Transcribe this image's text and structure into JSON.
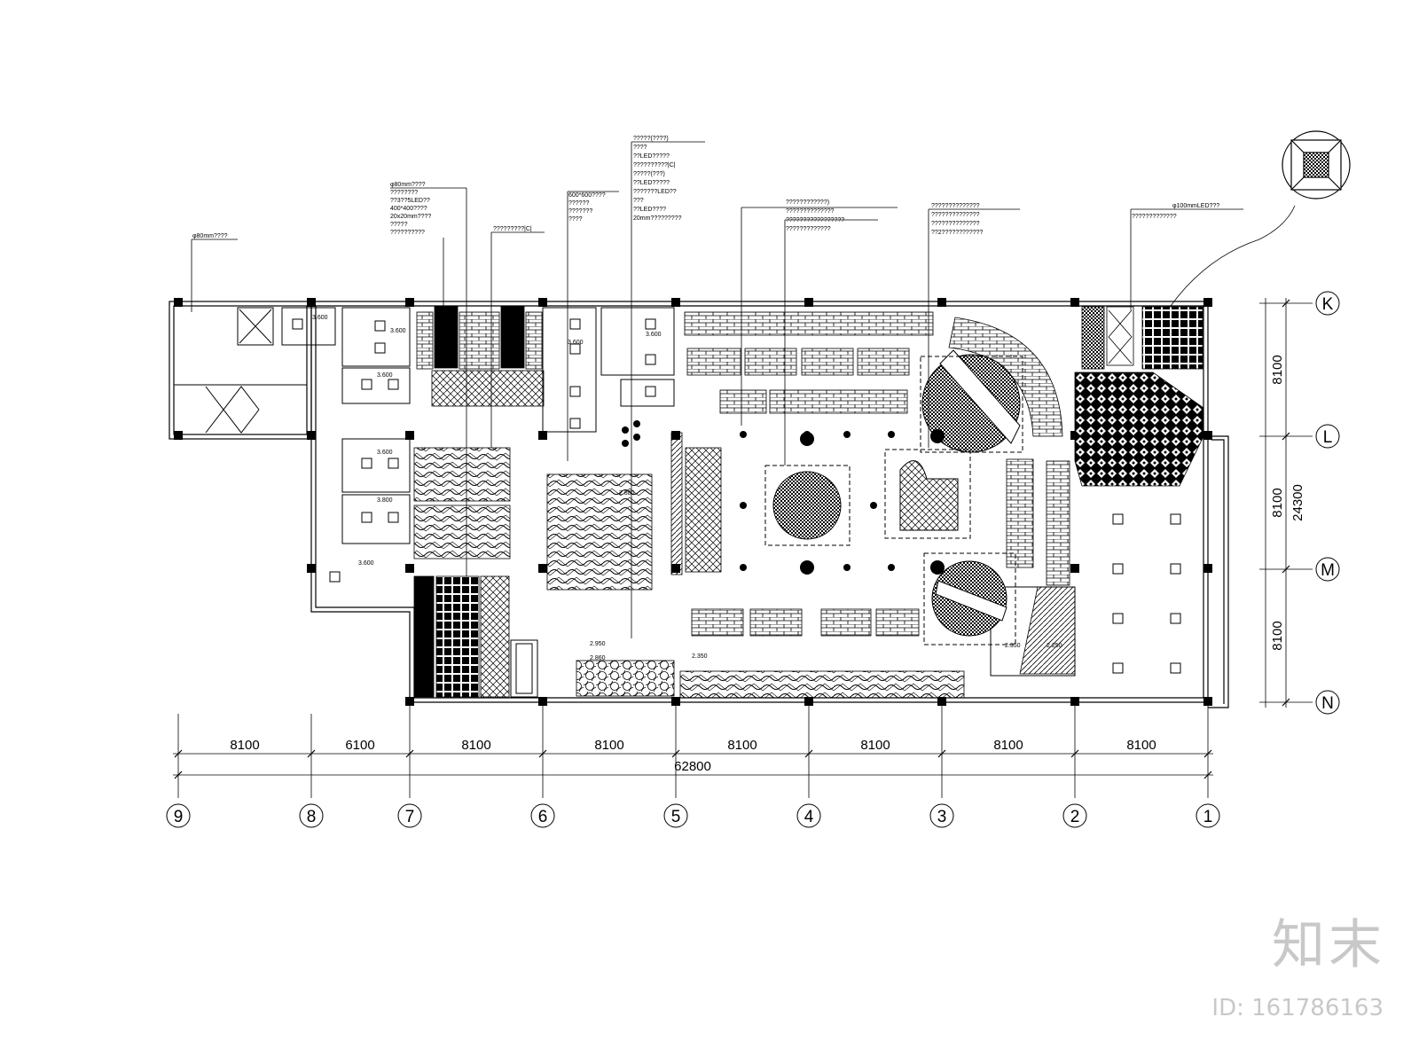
{
  "drawing": {
    "axis_bottom": [
      "9",
      "8",
      "7",
      "6",
      "5",
      "4",
      "3",
      "2",
      "1"
    ],
    "axis_right": [
      "K",
      "L",
      "M",
      "N"
    ],
    "dims_bottom": [
      "8100",
      "6100",
      "8100",
      "8100",
      "8100",
      "8100",
      "8100",
      "8100"
    ],
    "dim_total_bottom": "62800",
    "dims_right": [
      "8100",
      "8100",
      "8100"
    ],
    "dim_total_right": "24300",
    "elevations": {
      "e1": "3.600",
      "e2": "3.600",
      "e3": "3.600",
      "e4": "3.600",
      "e5": "3.600",
      "e6": "3.800",
      "e7": "3.600",
      "e8": "3.600",
      "e9": "2.880",
      "e10": "2.950",
      "e11": "2.350",
      "e12": "2.250",
      "e13": "2.350",
      "e14": "2.860"
    },
    "callouts": [
      {
        "lines": [
          "φ80mm????"
        ]
      },
      {
        "lines": [
          "φ80mm????",
          "????????",
          "??3??5LED??",
          "400*400????",
          "20x20mm????",
          "?????",
          "??????????"
        ]
      },
      {
        "lines": [
          "?????????|C|"
        ]
      },
      {
        "lines": [
          "600*600????",
          "??????",
          "???????",
          "????"
        ]
      },
      {
        "lines": [
          "?????(????)",
          "????",
          "??LED?????",
          "??????????|C|",
          "?????(???)",
          "??LED?????",
          "???????LED??",
          "???",
          "??LED????",
          "20mm?????????"
        ]
      },
      {
        "lines": [
          "????????????)",
          "??????????????",
          "?????????????????",
          "?????????????"
        ]
      },
      {
        "lines": [
          "??????????????",
          "??????????????",
          "??????????????",
          "??2????????????"
        ]
      },
      {
        "lines": [
          "φ100mmLED???",
          "?????????????"
        ]
      }
    ]
  },
  "watermark": {
    "brand": "知末",
    "id": "ID: 161786163"
  }
}
